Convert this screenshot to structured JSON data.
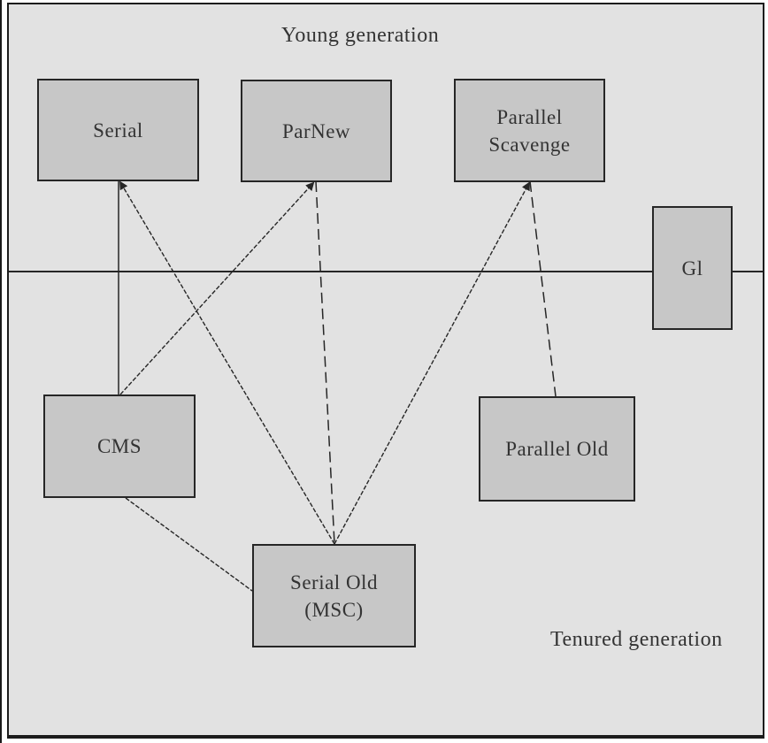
{
  "diagram": {
    "young_generation_label": "Young generation",
    "tenured_generation_label": "Tenured generation",
    "nodes": {
      "serial": {
        "label": "Serial"
      },
      "parnew": {
        "label": "ParNew"
      },
      "parallel_scavenge": {
        "line1": "Parallel",
        "line2": "Scavenge"
      },
      "g1": {
        "label": "Gl"
      },
      "cms": {
        "label": "CMS"
      },
      "parallel_old": {
        "label": "Parallel Old"
      },
      "serial_old": {
        "line1": "Serial Old",
        "line2": "(MSC)"
      }
    },
    "edges": [
      {
        "from": "Serial",
        "to": "CMS"
      },
      {
        "from": "Serial",
        "to": "Serial Old (MSC)"
      },
      {
        "from": "ParNew",
        "to": "CMS"
      },
      {
        "from": "ParNew",
        "to": "Serial Old (MSC)"
      },
      {
        "from": "Parallel Scavenge",
        "to": "Serial Old (MSC)"
      },
      {
        "from": "Parallel Scavenge",
        "to": "Parallel Old"
      },
      {
        "from": "CMS",
        "to": "Serial Old (MSC)"
      }
    ],
    "colors": {
      "diagram_background": "#e2e2e2",
      "node_fill": "#c7c7c7",
      "line_and_border": "#262626",
      "text": "#333333"
    }
  }
}
